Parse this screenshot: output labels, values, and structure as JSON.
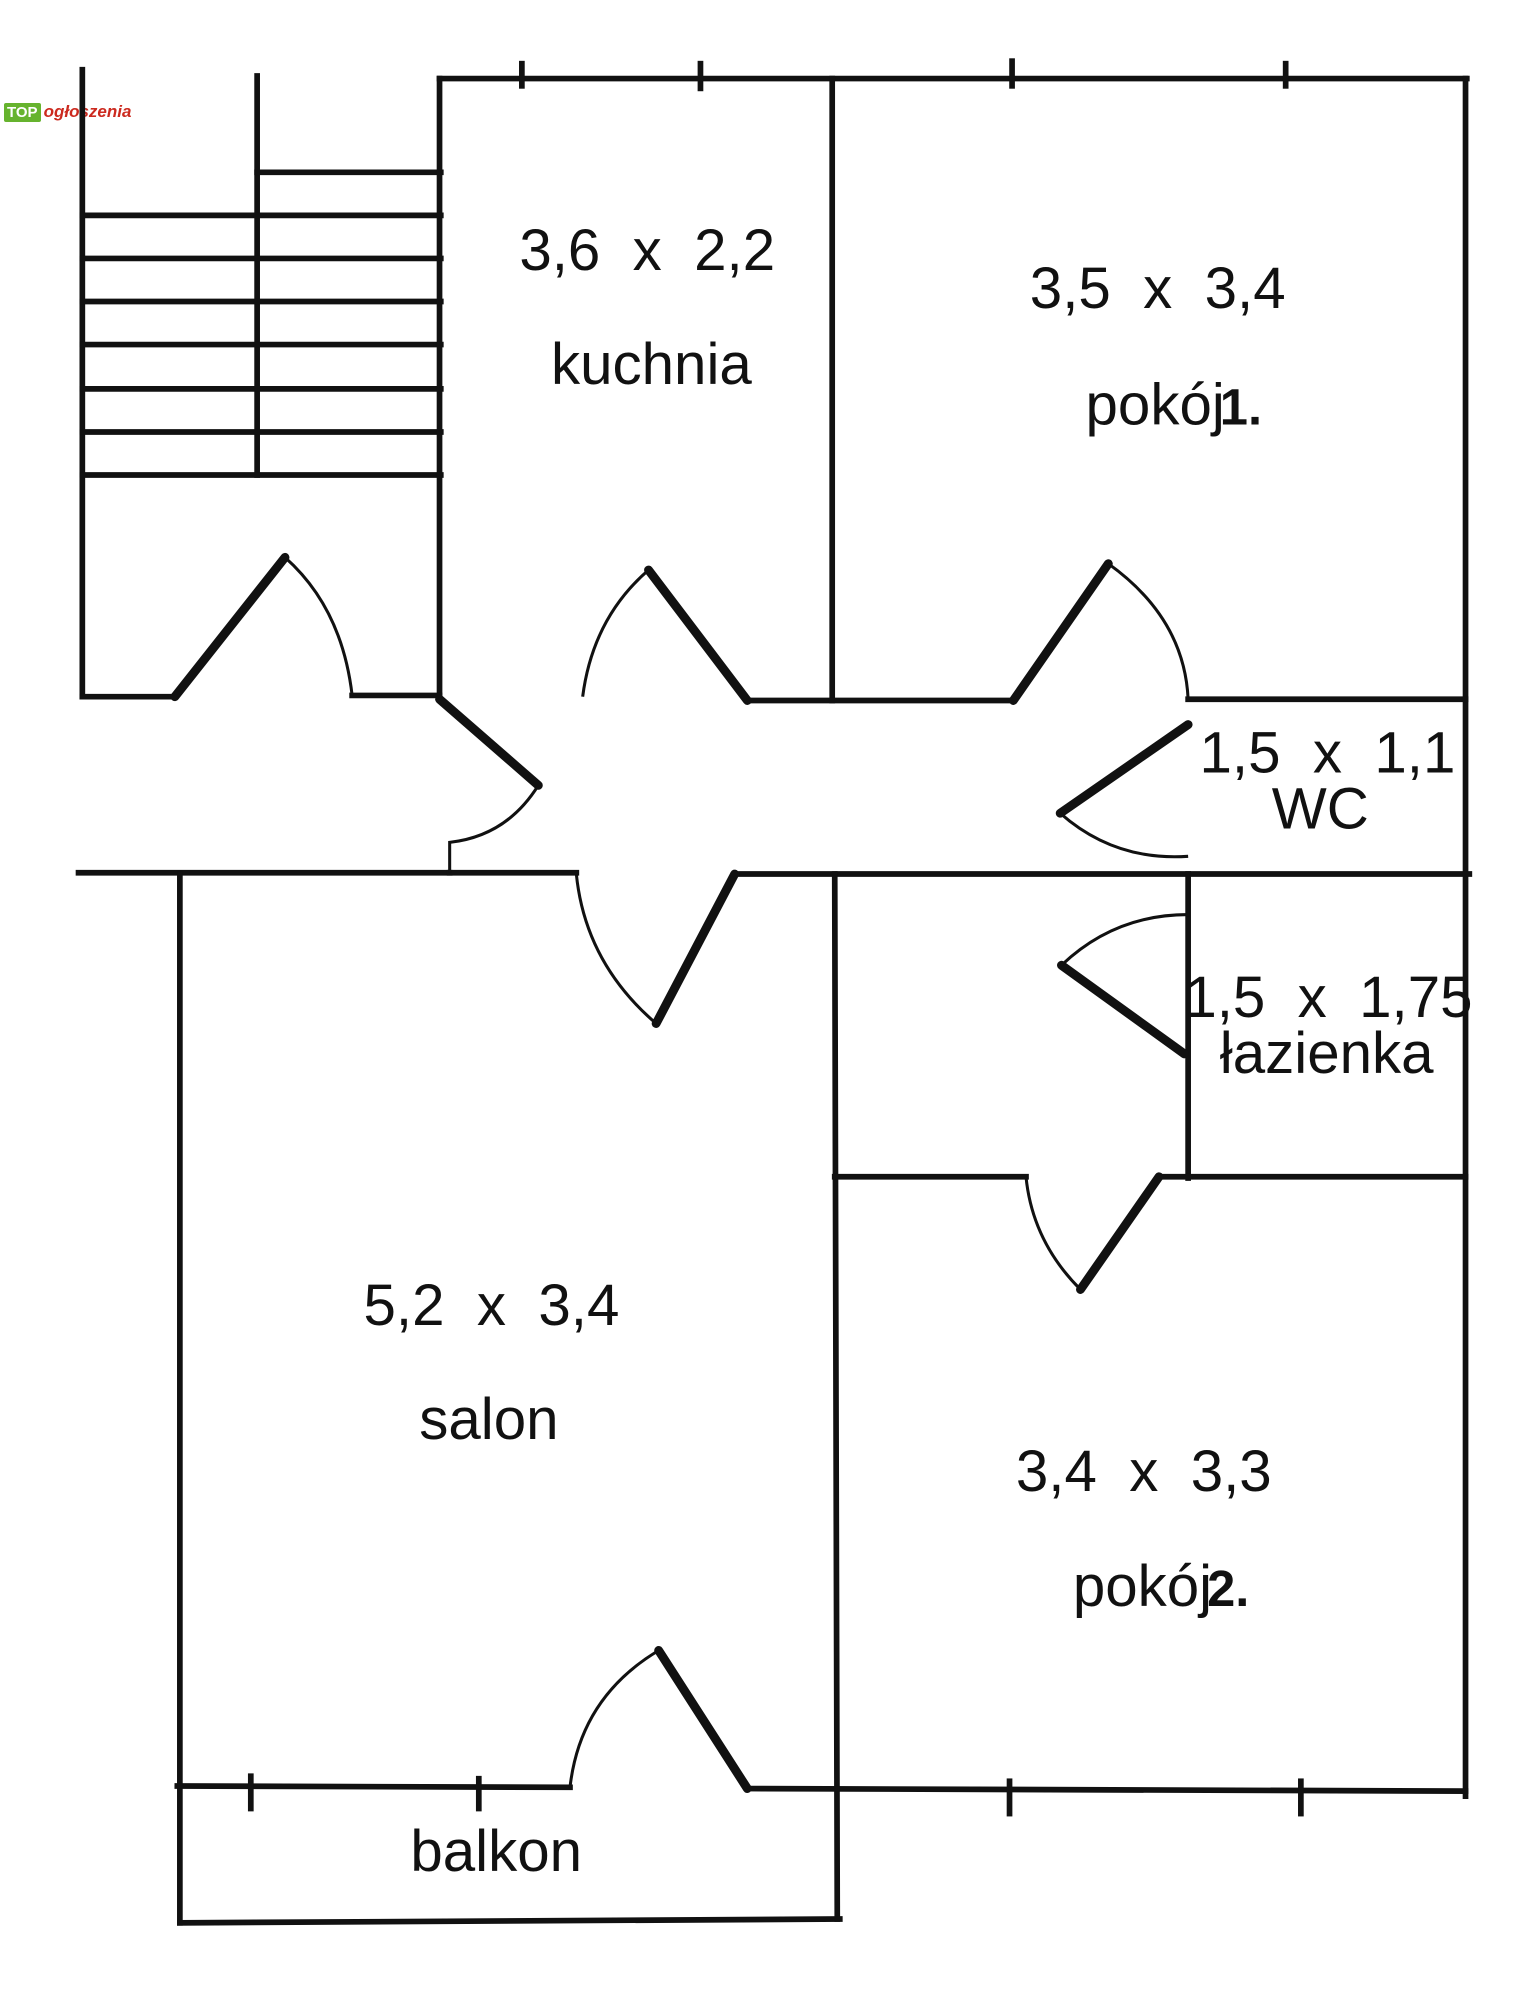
{
  "logo": {
    "box": "TOP",
    "text": "ogłoszenia"
  },
  "rooms": {
    "kuchnia": {
      "dims": "3,6  x  2,2",
      "name": "kuchnia"
    },
    "pokoj1": {
      "dims": "3,5  x  3,4",
      "name": "pokój",
      "number": "1."
    },
    "wc": {
      "dims": "1,5  x  1,1",
      "name": "WC"
    },
    "lazienka": {
      "dims": "1,5  x  1,75",
      "name": "łazienka"
    },
    "salon": {
      "dims": "5,2  x  3,4",
      "name": "salon"
    },
    "pokoj2": {
      "dims": "3,4  x  3,3",
      "name": "pokój",
      "number": "2."
    },
    "balkon": {
      "name": "balkon"
    }
  }
}
